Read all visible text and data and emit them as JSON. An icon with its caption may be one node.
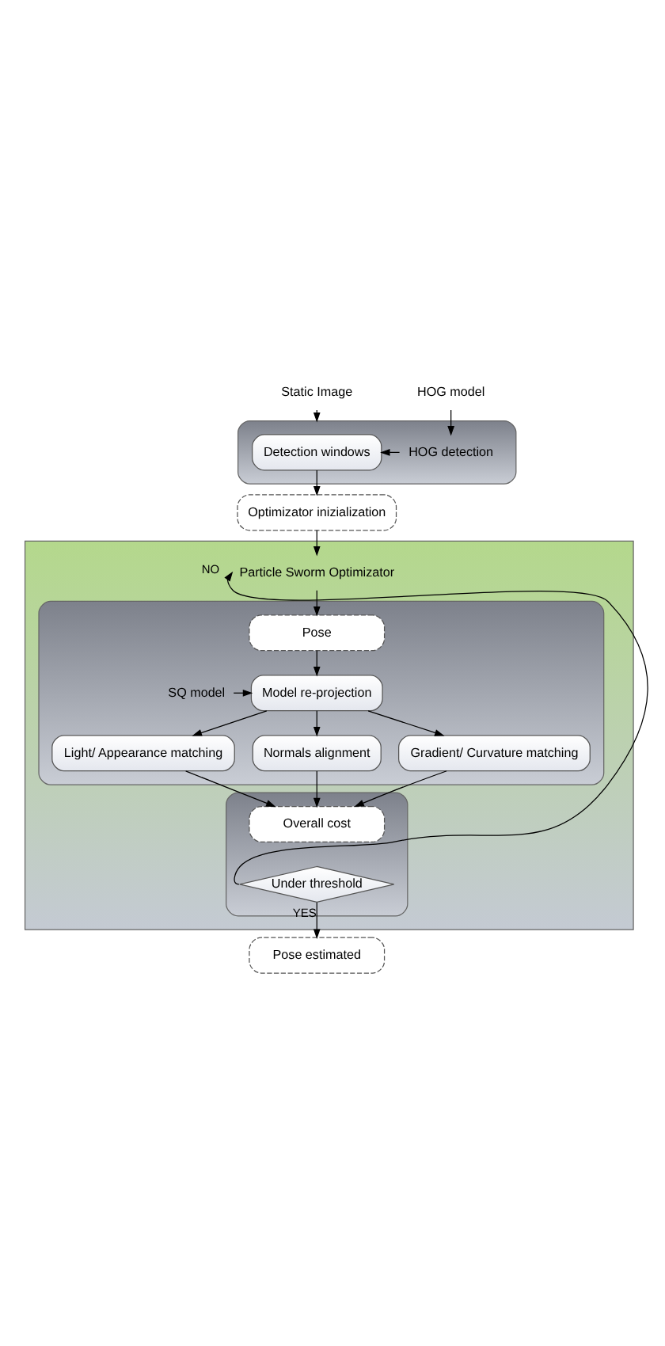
{
  "diagram": {
    "nodes": [
      {
        "text": [
          "Static Image"
        ]
      },
      {
        "text": [
          "HOG model"
        ]
      },
      {
        "text": [],
        "shape": "box"
      },
      {
        "text": [
          "Detection windows"
        ],
        "in": 2
      },
      {
        "text": [
          "HOG detection"
        ],
        "in": 2
      },
      {
        "text": [
          "Optimizator inizialization"
        ]
      },
      {
        "text": [
          "Particle Sworm Optimizator"
        ]
      },
      {
        "text": [],
        "shape": "box",
        "in": 6
      },
      {
        "text": [
          "Pose"
        ],
        "in": 7
      },
      {
        "text": [
          "Model re-projection"
        ],
        "in": 7
      },
      {
        "text": [
          "SQ model"
        ],
        "in": 7
      },
      {
        "text": [
          "Gradient/ Curvature matching"
        ],
        "in": 7
      },
      {
        "text": [
          "Light/ Appearance matching"
        ],
        "in": 7
      },
      {
        "text": [
          "Normals alignment"
        ],
        "in": 7
      },
      {
        "text": [],
        "shape": "box",
        "in": 6
      },
      {
        "text": [
          "Overall cost"
        ],
        "in": 14
      },
      {
        "text": [
          "Under threshold"
        ],
        "in": 14
      },
      {
        "text": [
          "Pose estimated"
        ]
      }
    ],
    "edges": [
      {
        "from": 0,
        "to": 2,
        "arrow": "to"
      },
      {
        "from": 1,
        "to": 4,
        "arrow": "to"
      },
      {
        "from": 4,
        "to": 3,
        "arrow": "to"
      },
      {
        "from": 3,
        "to": 5,
        "arrow": "to"
      },
      {
        "from": 5,
        "to": 6,
        "arrow": "to"
      },
      {
        "from": 6,
        "to": 8,
        "arrow": "to"
      },
      {
        "from": 8,
        "to": 9,
        "arrow": "to"
      },
      {
        "from": 10,
        "to": 9,
        "arrow": "to"
      },
      {
        "from": 9,
        "to": 11,
        "arrow": "to"
      },
      {
        "from": 9,
        "to": 12,
        "arrow": "to"
      },
      {
        "from": 9,
        "to": 13,
        "arrow": "to"
      },
      {
        "from": 11,
        "to": 15,
        "arrow": "to"
      },
      {
        "from": 12,
        "to": 15,
        "arrow": "to"
      },
      {
        "from": 13,
        "to": 15,
        "arrow": "to"
      },
      {
        "from": 16,
        "to": 6,
        "label": "NO",
        "arrow": "to"
      },
      {
        "from": 16,
        "to": 17,
        "label": "YES",
        "arrow": "to"
      }
    ]
  }
}
